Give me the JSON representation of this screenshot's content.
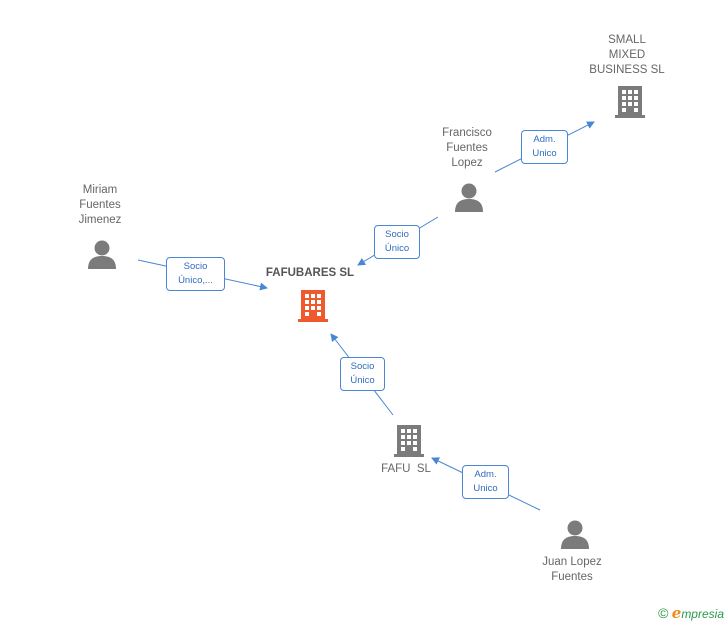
{
  "nodes": {
    "fafubares": {
      "label": "FAFUBARES SL",
      "type": "company",
      "color": "#ef5a2c"
    },
    "small_mixed": {
      "label": "SMALL\nMIXED\nBUSINESS SL",
      "type": "company",
      "color": "#7b7b7b"
    },
    "fafu": {
      "label": "FAFU  SL",
      "type": "company",
      "color": "#7b7b7b"
    },
    "francisco": {
      "label": "Francisco\nFuentes\nLopez",
      "type": "person",
      "color": "#7b7b7b"
    },
    "miriam": {
      "label": "Miriam\nFuentes\nJimenez",
      "type": "person",
      "color": "#7b7b7b"
    },
    "juan": {
      "label": "Juan Lopez\nFuentes",
      "type": "person",
      "color": "#7b7b7b"
    }
  },
  "edges": [
    {
      "label": "Adm.\nUnico",
      "from": "francisco",
      "to": "small_mixed"
    },
    {
      "label": "Socio\nÚnico",
      "from": "francisco",
      "to": "fafubares"
    },
    {
      "label": "Socio\nÚnico,...",
      "from": "miriam",
      "to": "fafubares"
    },
    {
      "label": "Socio\nÚnico",
      "from": "fafu",
      "to": "fafubares"
    },
    {
      "label": "Adm.\nUnico",
      "from": "juan",
      "to": "fafu"
    }
  ],
  "footer": {
    "copyright": "©",
    "brand_initial": "e",
    "brand_rest": "mpresia"
  },
  "colors": {
    "edge": "#4a86d4",
    "highlight": "#ef5a2c",
    "neutral": "#7b7b7b"
  }
}
